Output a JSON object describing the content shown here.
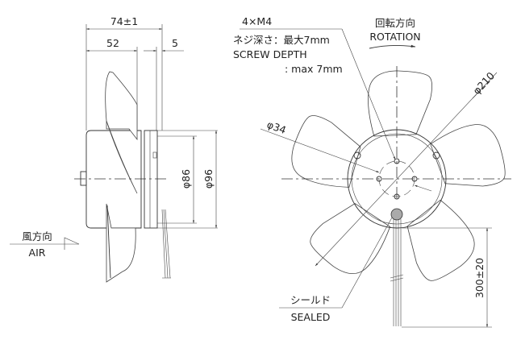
{
  "side_view": {
    "dim_total": "74±1",
    "dim_blade": "52",
    "dim_flange": "5",
    "dim_d86": "φ86",
    "dim_d96": "φ96",
    "air_label_jp": "風方向",
    "air_label_en": "AIR"
  },
  "front_view": {
    "screw_spec": "4×M4",
    "screw_depth_jp": "ネジ深さ：最大7mm",
    "screw_depth_en": "SCREW DEPTH",
    "screw_depth_value": ": max 7mm",
    "rotation_jp": "回転方向",
    "rotation_en": "ROTATION",
    "dim_d210": "φ210",
    "dim_d34": "φ34",
    "sealed_jp": "シールド",
    "sealed_en": "SEALED",
    "dim_lead": "300±20"
  }
}
